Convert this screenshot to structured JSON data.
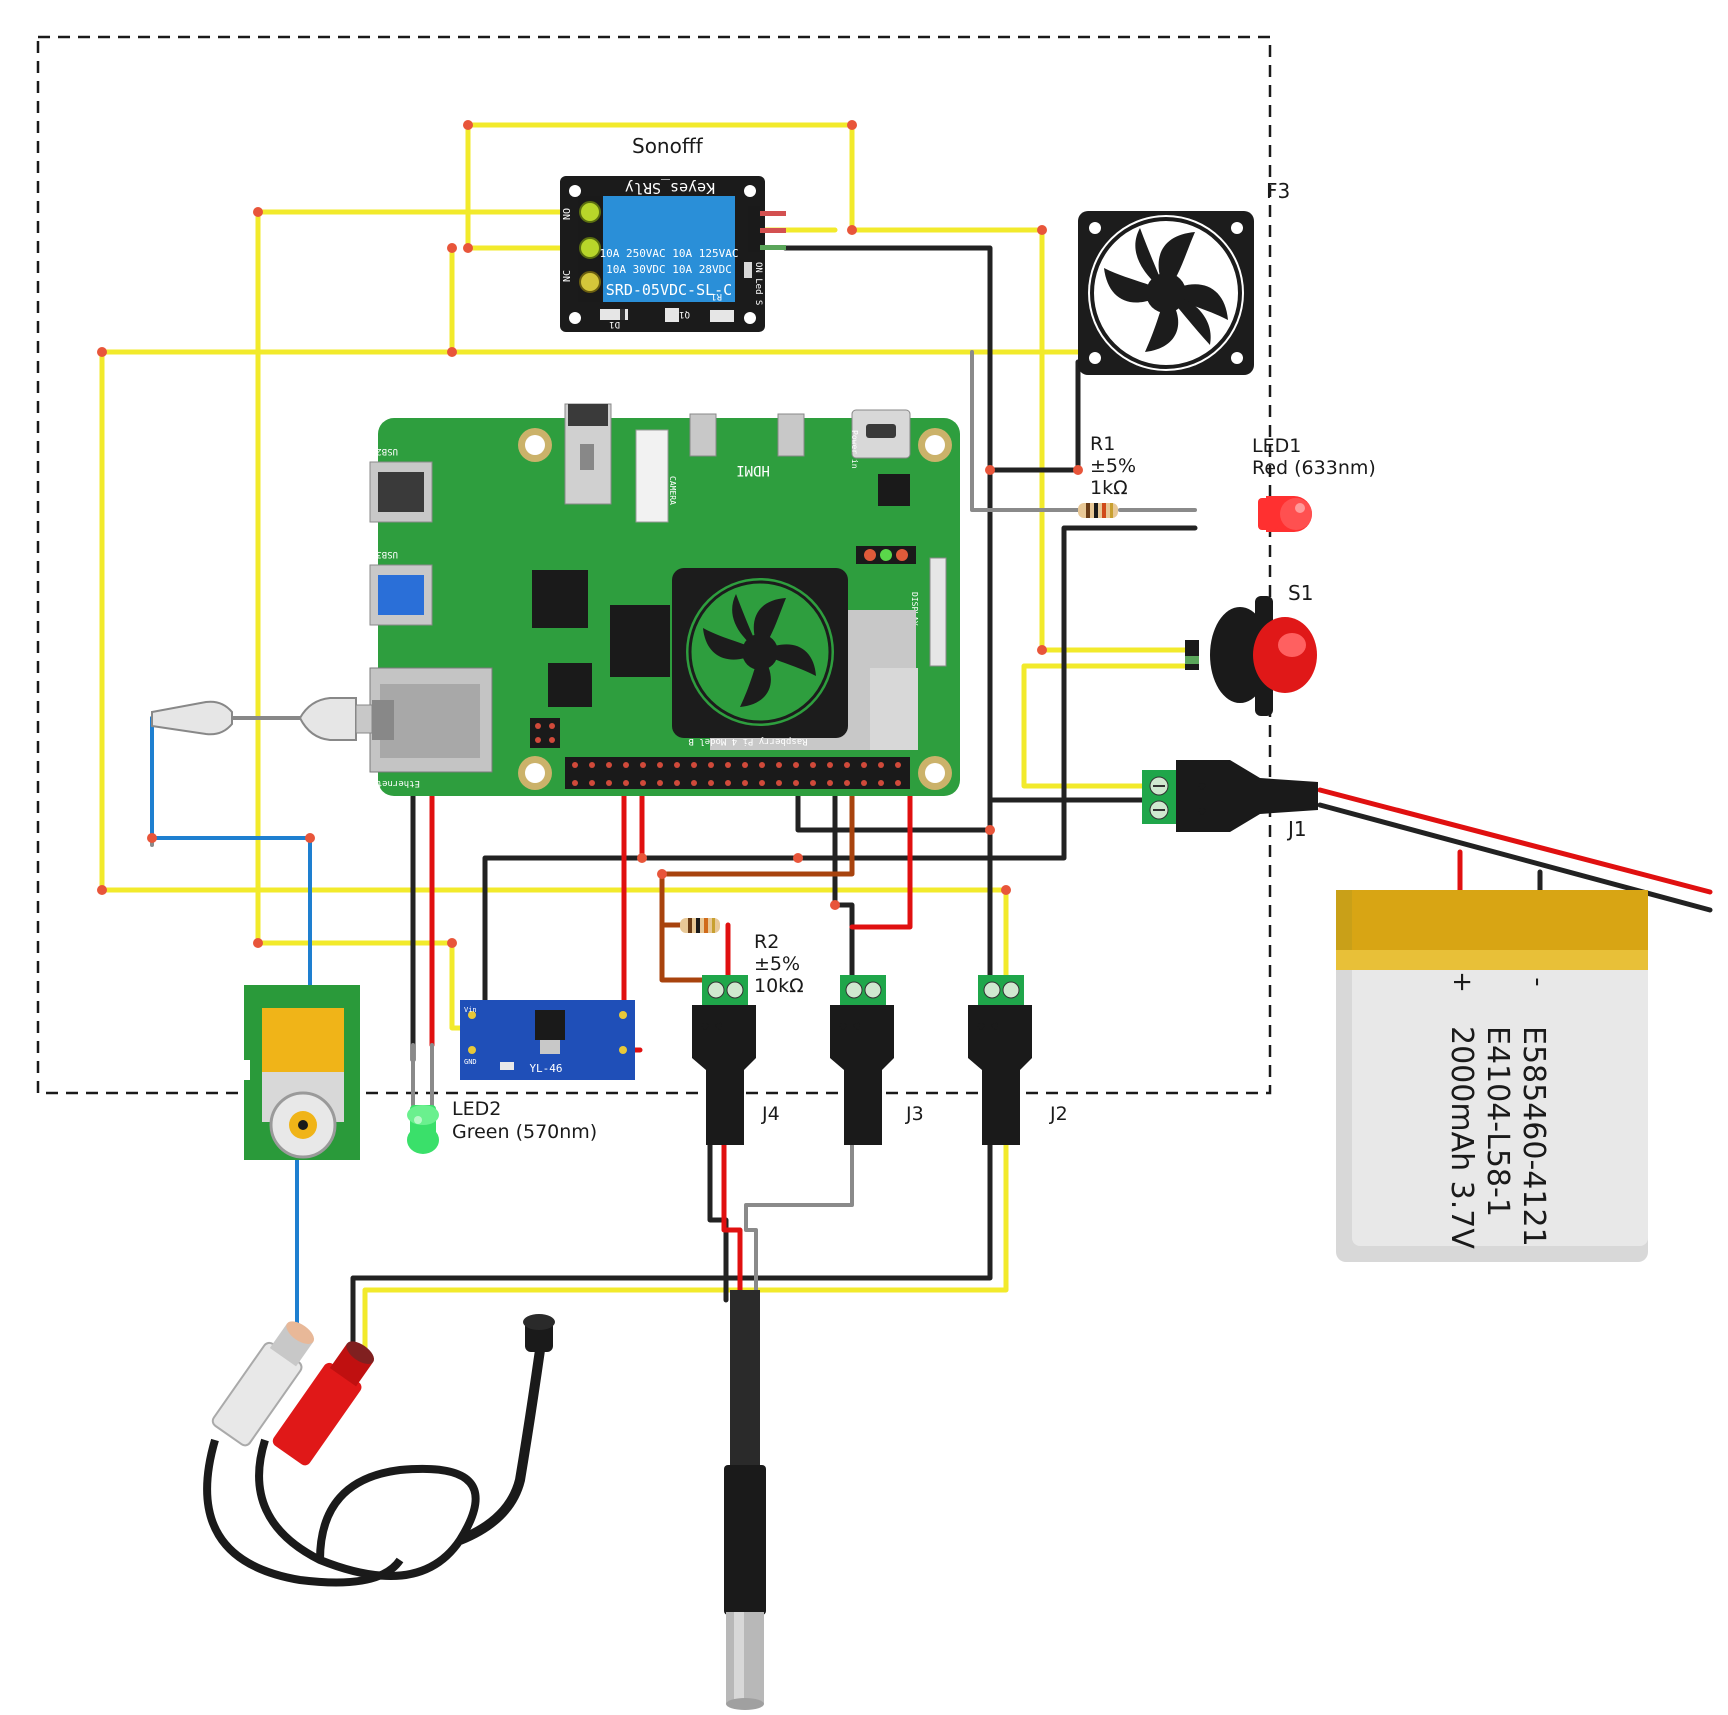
{
  "labels": {
    "relay": "Sonofff",
    "fan": "F3",
    "r1_name": "R1",
    "r1_tol": "±5%",
    "r1_val": "1kΩ",
    "led1_name": "LED1",
    "led1_desc": "Red (633nm)",
    "s1": "S1",
    "j1": "J1",
    "r2_name": "R2",
    "r2_tol": "±5%",
    "r2_val": "10kΩ",
    "led2_name": "LED2",
    "led2_desc": "Green (570nm)",
    "j4": "J4",
    "j3": "J3",
    "j2": "J2"
  },
  "relay": {
    "brand": "Keyes_SRly",
    "rating1": "10A 250VAC  10A 125VAC",
    "rating2": "10A  30VDC  10A  28VDC",
    "model": "SRD-05VDC-SL-C",
    "nc": "NC",
    "no": "NO",
    "d1": "D1",
    "q1": "Q1",
    "r1": "R1",
    "onled": "ON Led S"
  },
  "pi": {
    "model": "Raspberry Pi 4 Model B",
    "hdmi": "HDMI",
    "usb2": "USB2",
    "usb3": "USB3",
    "camera": "CAMERA",
    "display": "DISPLAY",
    "power": "Power in",
    "ethernet": "Ethernet"
  },
  "converter": {
    "name": "YL-46",
    "vin": "Vin",
    "gnd": "GND"
  },
  "battery": {
    "plus": "+",
    "minus": "-",
    "line1": "E585460-4121",
    "line2": "E4104-L58-1",
    "line3": "2000mAh 3.7V"
  },
  "colors": {
    "yellow": "#f2ea2b",
    "black": "#222222",
    "red": "#e01010",
    "blue": "#1e7fd0",
    "brown": "#a8430e",
    "gray": "#8a8a8a",
    "pi_green": "#2e9e3e",
    "relay_blue": "#2a8fd8",
    "terminal_green": "#1fa64a",
    "battery_gold": "#d8a514"
  }
}
